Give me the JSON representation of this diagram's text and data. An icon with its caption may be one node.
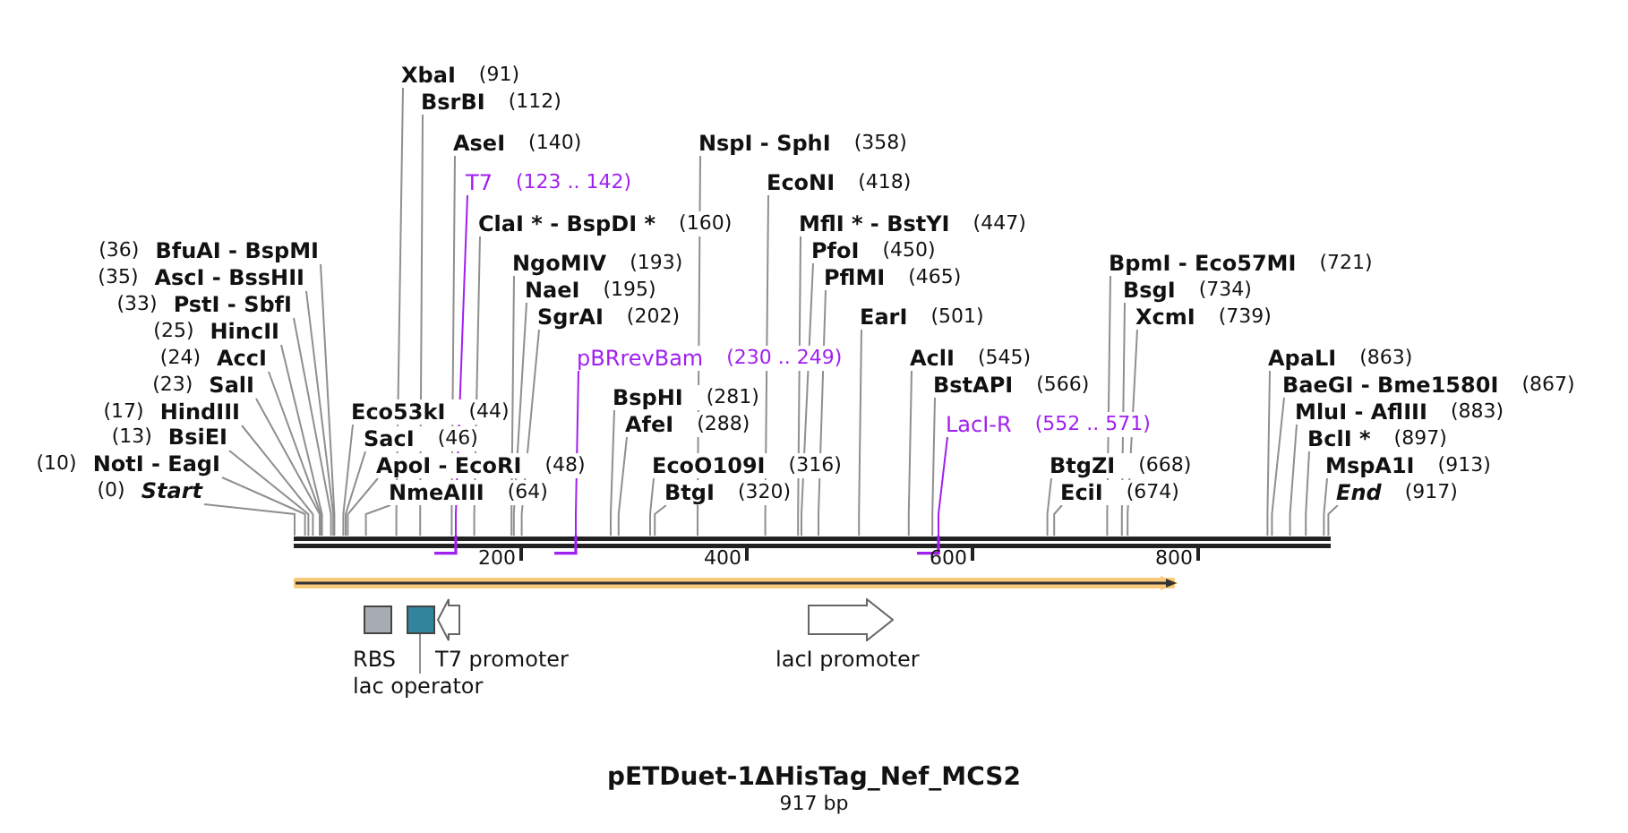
{
  "diagram": {
    "title": "pETDuet-1ΔHisTag_Nef_MCS2",
    "caption": "917 bp",
    "nodes": [
      {
        "text": [
          "(36)",
          "BfuAI - BspMI"
        ]
      },
      {
        "text": [
          "(35)",
          "AscI - BssHII"
        ]
      },
      {
        "text": [
          "(33)",
          "PstI - SbfI"
        ]
      },
      {
        "text": [
          "(25)",
          "HincII"
        ]
      },
      {
        "text": [
          "(24)",
          "AccI"
        ]
      },
      {
        "text": [
          "(23)",
          "SalI"
        ]
      },
      {
        "text": [
          "(17)",
          "HindIII"
        ]
      },
      {
        "text": [
          "(13)",
          "BsiEI"
        ]
      },
      {
        "text": [
          "(10)",
          "NotI - EagI"
        ]
      },
      {
        "text": [
          "(0)",
          "Start"
        ]
      },
      {
        "text": [
          "XbaI",
          "(91)"
        ]
      },
      {
        "text": [
          "BsrBI",
          "(112)"
        ]
      },
      {
        "text": [
          "AseI",
          "(140)"
        ]
      },
      {
        "text": [
          "T7",
          "(123 .. 142)"
        ]
      },
      {
        "text": [
          "ClaI * - BspDI *",
          "(160)"
        ]
      },
      {
        "text": [
          "NgoMIV",
          "(193)"
        ]
      },
      {
        "text": [
          "NaeI",
          "(195)"
        ]
      },
      {
        "text": [
          "SgrAI",
          "(202)"
        ]
      },
      {
        "text": [
          "Eco53kI",
          "(44)"
        ]
      },
      {
        "text": [
          "SacI",
          "(46)"
        ]
      },
      {
        "text": [
          "ApoI - EcoRI",
          "(48)"
        ]
      },
      {
        "text": [
          "NmeAIII",
          "(64)"
        ]
      },
      {
        "text": [
          "pBRrevBam",
          "(230 .. 249)"
        ]
      },
      {
        "text": [
          "BspHI",
          "(281)"
        ]
      },
      {
        "text": [
          "AfeI",
          "(288)"
        ]
      },
      {
        "text": [
          "EcoO109I",
          "(316)"
        ]
      },
      {
        "text": [
          "BtgI",
          "(320)"
        ]
      },
      {
        "text": [
          "NspI - SphI",
          "(358)"
        ]
      },
      {
        "text": [
          "EcoNI",
          "(418)"
        ]
      },
      {
        "text": [
          "MflI * - BstYI",
          "(447)"
        ]
      },
      {
        "text": [
          "PfoI",
          "(450)"
        ]
      },
      {
        "text": [
          "PflMI",
          "(465)"
        ]
      },
      {
        "text": [
          "EarI",
          "(501)"
        ]
      },
      {
        "text": [
          "AclI",
          "(545)"
        ]
      },
      {
        "text": [
          "BstAPI",
          "(566)"
        ]
      },
      {
        "text": [
          "LacI-R",
          "(552 .. 571)"
        ]
      },
      {
        "text": [
          "BtgZI",
          "(668)"
        ]
      },
      {
        "text": [
          "EciI",
          "(674)"
        ]
      },
      {
        "text": [
          "BpmI - Eco57MI",
          "(721)"
        ]
      },
      {
        "text": [
          "BsgI",
          "(734)"
        ]
      },
      {
        "text": [
          "XcmI",
          "(739)"
        ]
      },
      {
        "text": [
          "ApaLI",
          "(863)"
        ]
      },
      {
        "text": [
          "BaeGI - Bme1580I",
          "(867)"
        ]
      },
      {
        "text": [
          "MluI - AflIII",
          "(883)"
        ]
      },
      {
        "text": [
          "BclI *",
          "(897)"
        ]
      },
      {
        "text": [
          "MspA1I",
          "(913)"
        ]
      },
      {
        "text": [
          "End",
          "(917)"
        ]
      },
      {
        "text": [],
        "shape": "bar"
      },
      {
        "text": [],
        "shape": "arrow"
      },
      {
        "text": [
          "RBS"
        ]
      },
      {
        "text": [],
        "shape": "box"
      },
      {
        "text": [
          "T7 promoter"
        ]
      },
      {
        "text": [
          "lacI promoter"
        ]
      },
      {
        "text": [
          "lac operator"
        ]
      }
    ],
    "edges": [
      {
        "from": 0,
        "to": 47,
        "arrow": "none"
      },
      {
        "from": 1,
        "to": 47,
        "arrow": "none"
      },
      {
        "from": 2,
        "to": 47,
        "arrow": "none"
      },
      {
        "from": 3,
        "to": 47,
        "arrow": "none"
      },
      {
        "from": 4,
        "to": 47,
        "arrow": "none"
      },
      {
        "from": 5,
        "to": 47,
        "arrow": "none"
      },
      {
        "from": 6,
        "to": 47,
        "arrow": "none"
      },
      {
        "from": 7,
        "to": 47,
        "arrow": "none"
      },
      {
        "from": 8,
        "to": 47,
        "arrow": "none"
      },
      {
        "from": 9,
        "to": 47,
        "arrow": "none"
      },
      {
        "from": 10,
        "to": 47,
        "arrow": "none"
      },
      {
        "from": 11,
        "to": 47,
        "arrow": "none"
      },
      {
        "from": 12,
        "to": 47,
        "arrow": "none"
      },
      {
        "from": 13,
        "to": 47,
        "arrow": "none",
        "color": "#a020f0"
      },
      {
        "from": 14,
        "to": 47,
        "arrow": "none"
      },
      {
        "from": 15,
        "to": 47,
        "arrow": "none"
      },
      {
        "from": 16,
        "to": 47,
        "arrow": "none"
      },
      {
        "from": 17,
        "to": 47,
        "arrow": "none"
      },
      {
        "from": 18,
        "to": 47,
        "arrow": "none"
      },
      {
        "from": 19,
        "to": 47,
        "arrow": "none"
      },
      {
        "from": 20,
        "to": 47,
        "arrow": "none"
      },
      {
        "from": 21,
        "to": 47,
        "arrow": "none"
      },
      {
        "from": 22,
        "to": 47,
        "arrow": "none",
        "color": "#a020f0"
      },
      {
        "from": 23,
        "to": 47,
        "arrow": "none"
      },
      {
        "from": 24,
        "to": 47,
        "arrow": "none"
      },
      {
        "from": 25,
        "to": 47,
        "arrow": "none"
      },
      {
        "from": 26,
        "to": 47,
        "arrow": "none"
      },
      {
        "from": 27,
        "to": 47,
        "arrow": "none"
      },
      {
        "from": 28,
        "to": 47,
        "arrow": "none"
      },
      {
        "from": 29,
        "to": 47,
        "arrow": "none"
      },
      {
        "from": 30,
        "to": 47,
        "arrow": "none"
      },
      {
        "from": 31,
        "to": 47,
        "arrow": "none"
      },
      {
        "from": 32,
        "to": 47,
        "arrow": "none"
      },
      {
        "from": 33,
        "to": 47,
        "arrow": "none"
      },
      {
        "from": 34,
        "to": 47,
        "arrow": "none"
      },
      {
        "from": 35,
        "to": 47,
        "arrow": "none",
        "color": "#a020f0"
      },
      {
        "from": 36,
        "to": 47,
        "arrow": "none"
      },
      {
        "from": 37,
        "to": 47,
        "arrow": "none"
      },
      {
        "from": 38,
        "to": 47,
        "arrow": "none"
      },
      {
        "from": 39,
        "to": 47,
        "arrow": "none"
      },
      {
        "from": 40,
        "to": 47,
        "arrow": "none"
      },
      {
        "from": 41,
        "to": 47,
        "arrow": "none"
      },
      {
        "from": 42,
        "to": 47,
        "arrow": "none"
      },
      {
        "from": 43,
        "to": 47,
        "arrow": "none"
      },
      {
        "from": 44,
        "to": 47,
        "arrow": "none"
      },
      {
        "from": 45,
        "to": 47,
        "arrow": "none"
      },
      {
        "from": 46,
        "to": 47,
        "arrow": "none"
      },
      {
        "from": 53,
        "to": 50,
        "arrow": "none"
      }
    ],
    "labels": [
      "200",
      "400",
      "600",
      "800"
    ]
  }
}
